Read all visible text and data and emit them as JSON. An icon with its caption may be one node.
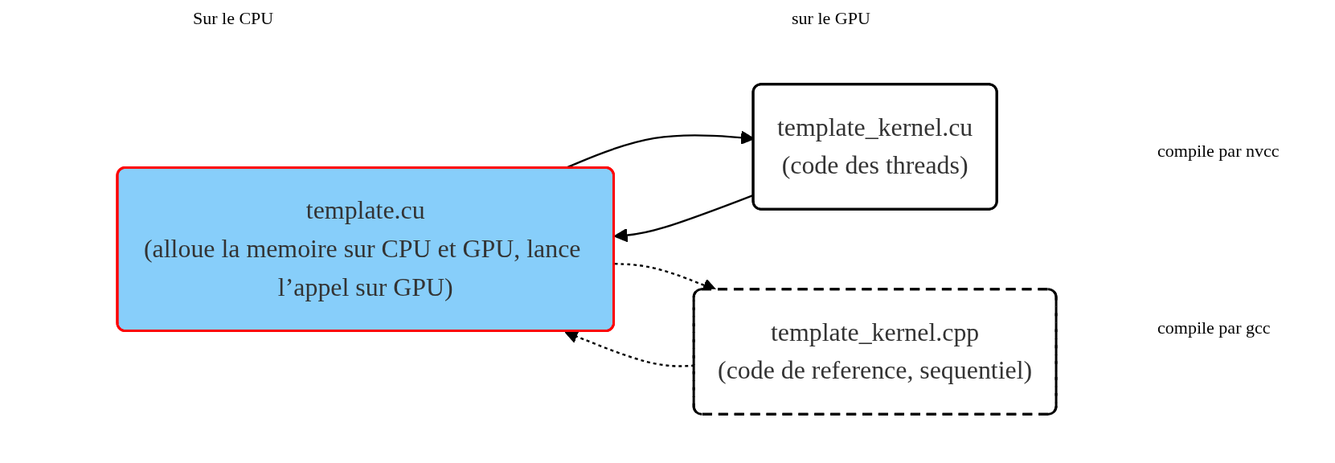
{
  "diagram": {
    "nodes": [
      {
        "text": [
          "template.cu",
          "(alloue la memoire sur CPU et GPU, lance l’appel sur GPU)"
        ]
      },
      {
        "text": [
          "template_kernel.cu",
          "(code des threads)"
        ]
      },
      {
        "text": [
          "template_kernel.cpp",
          "(code de reference, sequentiel)"
        ]
      }
    ],
    "edges": [
      {
        "from": 0,
        "to": 1,
        "arrow": "to"
      },
      {
        "from": 1,
        "to": 0,
        "arrow": "to"
      },
      {
        "from": 0,
        "to": 2,
        "arrow": "to",
        "style": "dashed"
      },
      {
        "from": 2,
        "to": 0,
        "arrow": "to",
        "style": "dashed"
      }
    ],
    "labels": [
      "Sur le CPU",
      "sur le GPU",
      "compile par nvcc",
      "compile par gcc"
    ]
  }
}
